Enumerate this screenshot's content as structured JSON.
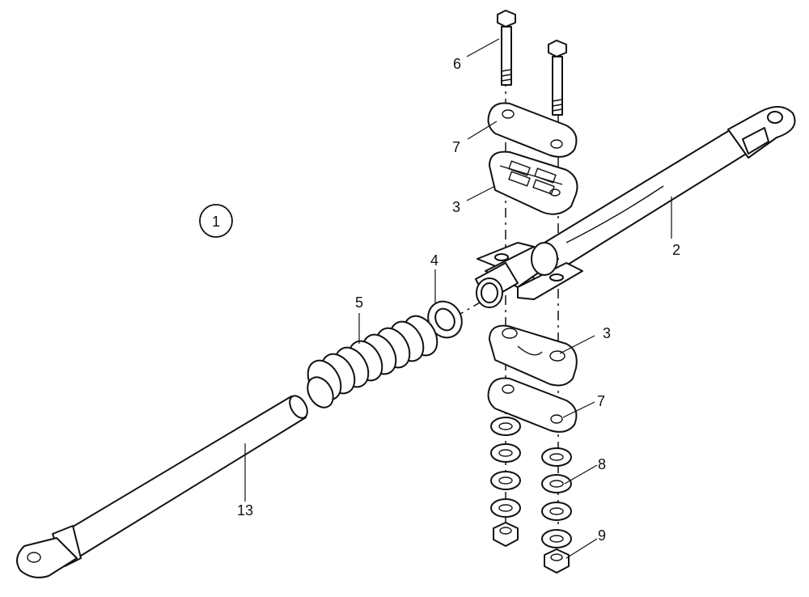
{
  "figure": {
    "assembly_number": "1",
    "callouts": {
      "p2": "2",
      "p3_top": "3",
      "p3_bottom": "3",
      "p4": "4",
      "p5": "5",
      "p6": "6",
      "p7_top": "7",
      "p7_bottom": "7",
      "p8": "8",
      "p9": "9",
      "p13": "13"
    }
  }
}
